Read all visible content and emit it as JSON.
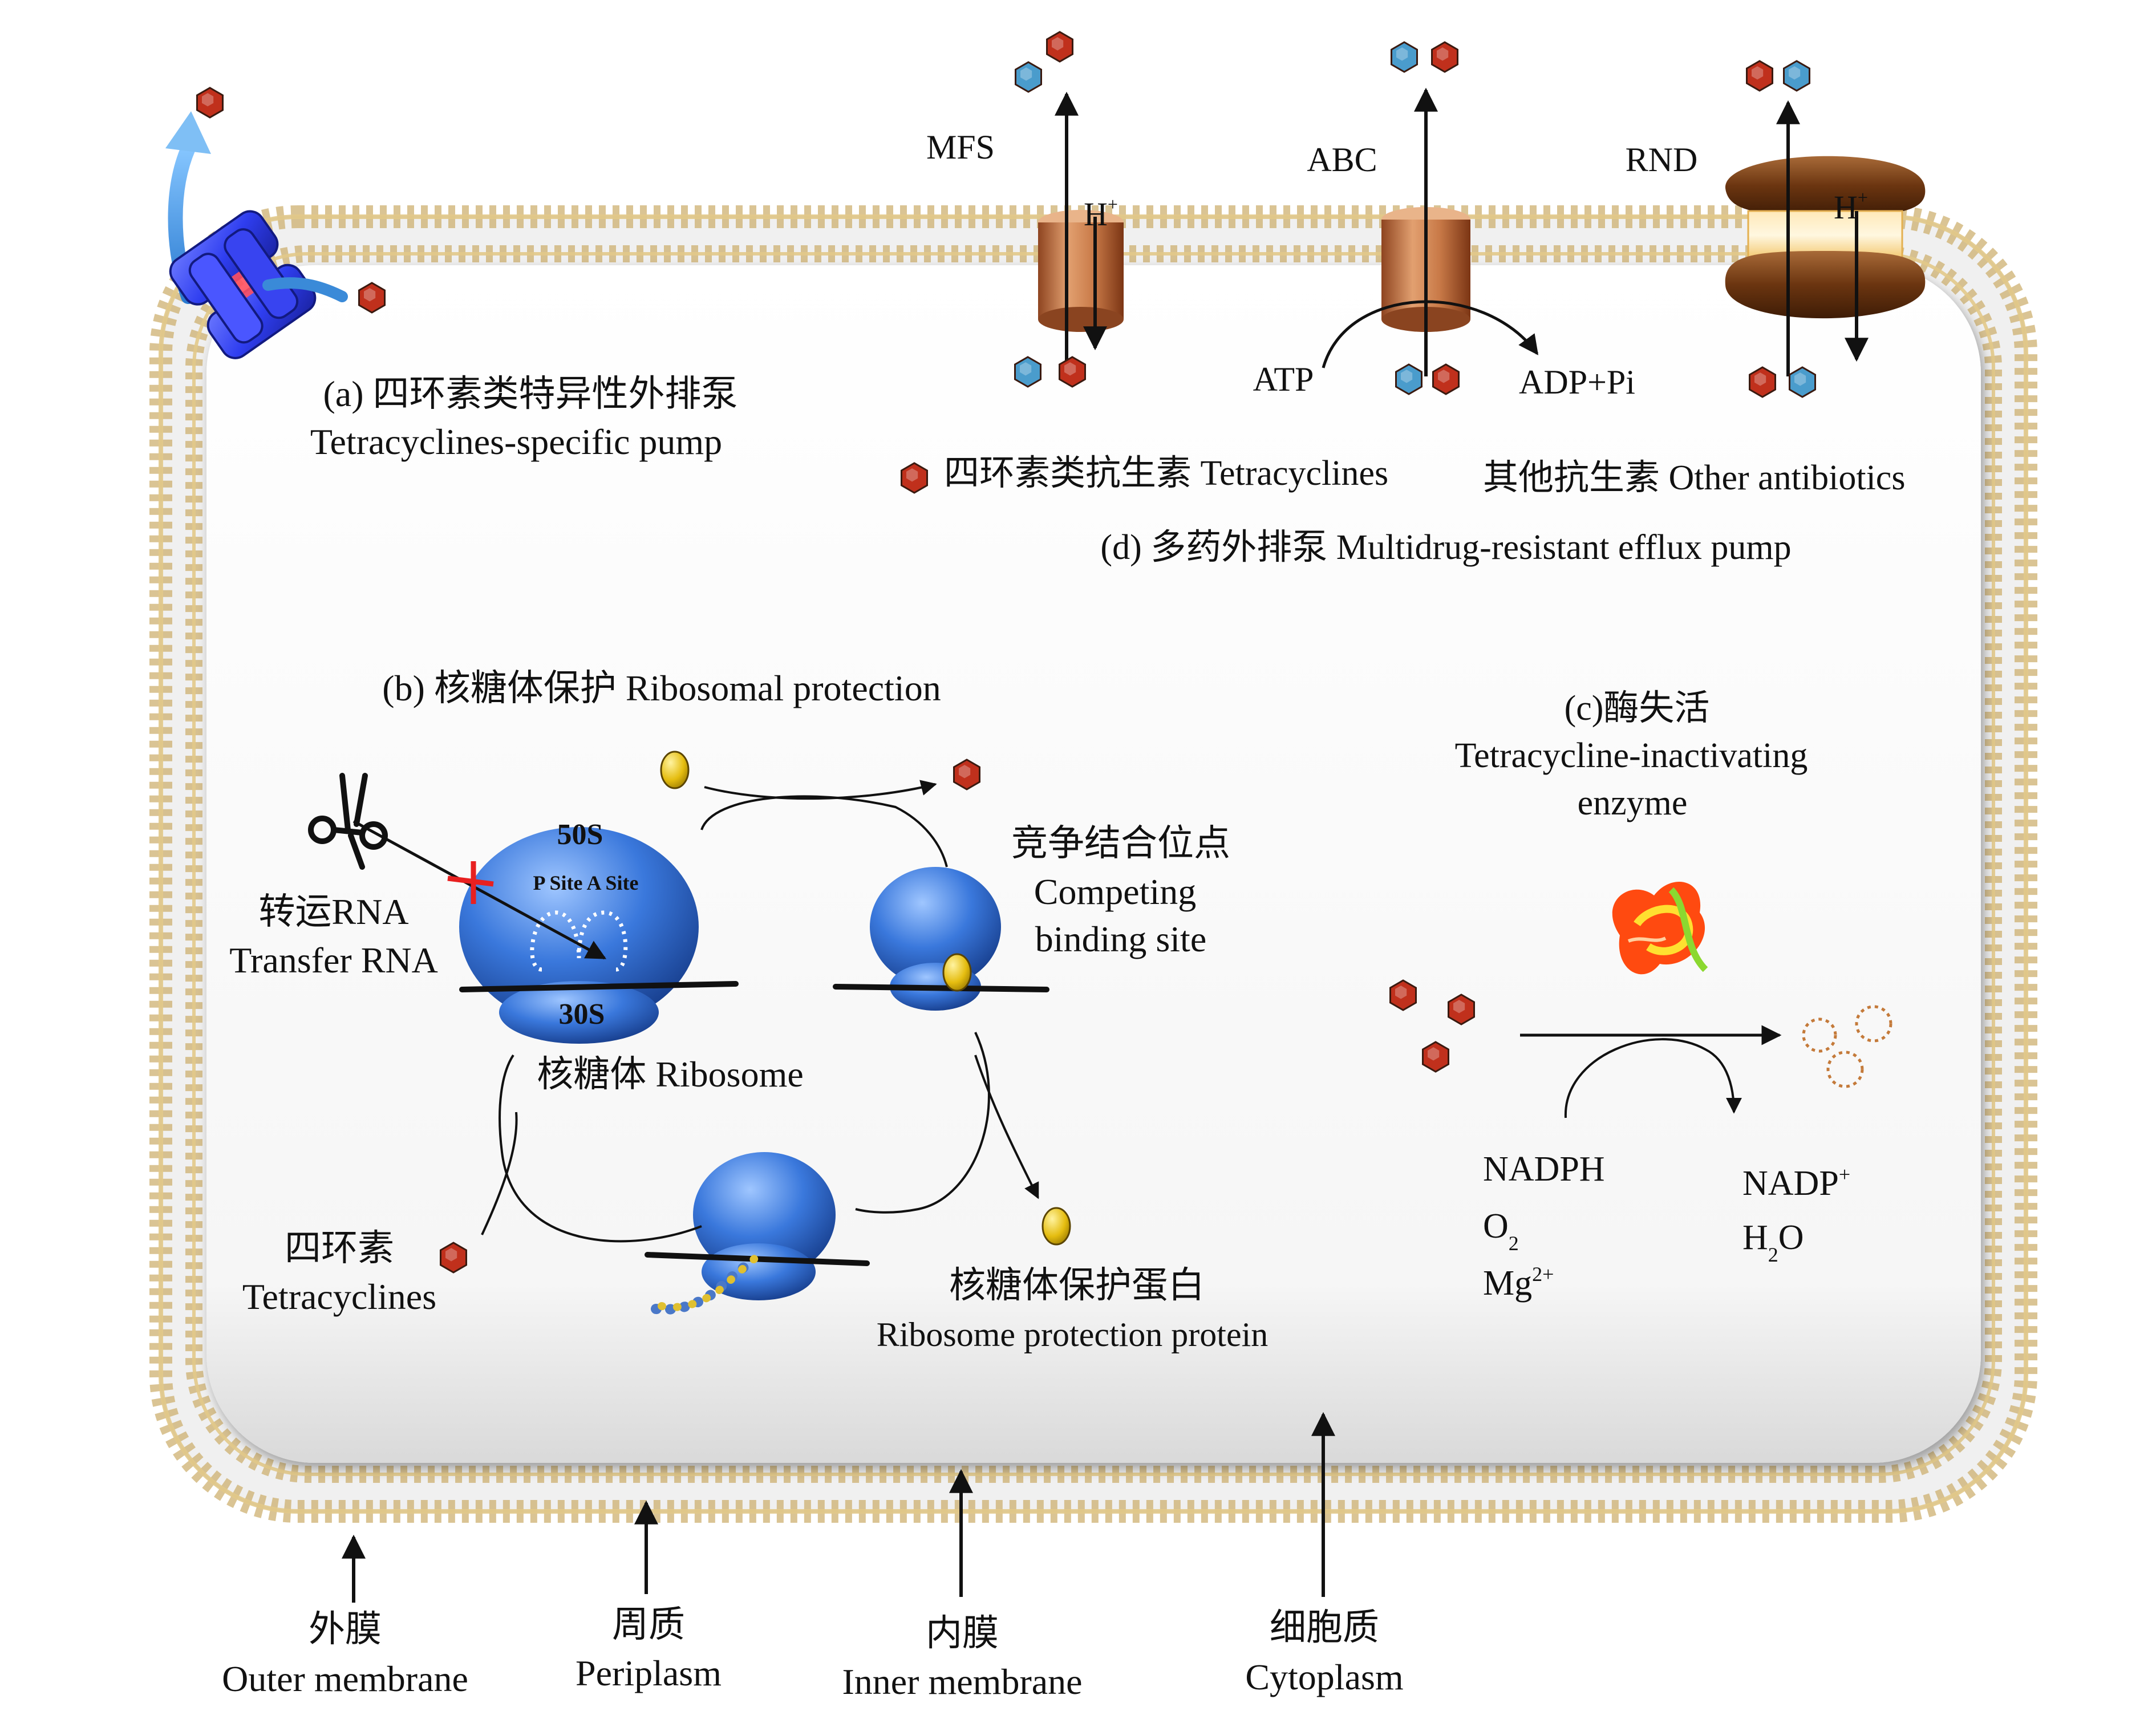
{
  "labels": {
    "a_cn": "(a) 四环素类特异性外排泵",
    "a_en": "Tetracyclines-specific pump",
    "mfs": "MFS",
    "abc": "ABC",
    "rnd": "RND",
    "h_plus": "H",
    "plus": "+",
    "atp": "ATP",
    "adp": "ADP+Pi",
    "legend_tetra": "四环素类抗生素 Tetracyclines",
    "legend_other": "其他抗生素 Other antibiotics",
    "d_title": "(d) 多药外排泵 Multidrug-resistant efflux pump",
    "b_title": "(b) 核糖体保护 Ribosomal protection",
    "c_line1": "(c)酶失活",
    "c_line2": "Tetracycline-inactivating",
    "c_line3": "enzyme",
    "s50": "50S",
    "s30": "30S",
    "psite": "P Site A Site",
    "trna_cn": "转运RNA",
    "trna_en": "Transfer RNA",
    "ribosome": "核糖体 Ribosome",
    "compete_cn": "竞争结合位点",
    "compete_en1": "Competing",
    "compete_en2": "binding site",
    "tetra_cn": "四环素",
    "tetra_en": "Tetracyclines",
    "rpp_cn": "核糖体保护蛋白",
    "rpp_en": "Ribosome protection protein",
    "nadph": "NADPH",
    "o2": "O",
    "o2_sub": "2",
    "mg": "Mg",
    "mg_sup": "2+",
    "nadp": "NADP",
    "nadp_sup": "+",
    "h2o_h": "H",
    "h2o_sub": "2",
    "h2o_o": "O",
    "outer_cn": "外膜",
    "outer_en": "Outer membrane",
    "peri_cn": "周质",
    "peri_en": "Periplasm",
    "inner_cn": "内膜",
    "inner_en": "Inner membrane",
    "cyto_cn": "细胞质",
    "cyto_en": "Cytoplasm"
  },
  "colors": {
    "tetracycline": "#c0301c",
    "other_antibiotic": "#4a9ccc",
    "ribosome": "#2f6fd0",
    "rpp": "#e2bb10",
    "membrane_lipid": "#d8ba70",
    "pump_copper": "#b8643a",
    "rnd_brown": "#7a4318",
    "pump_a_blue": "#2e3ee0"
  }
}
